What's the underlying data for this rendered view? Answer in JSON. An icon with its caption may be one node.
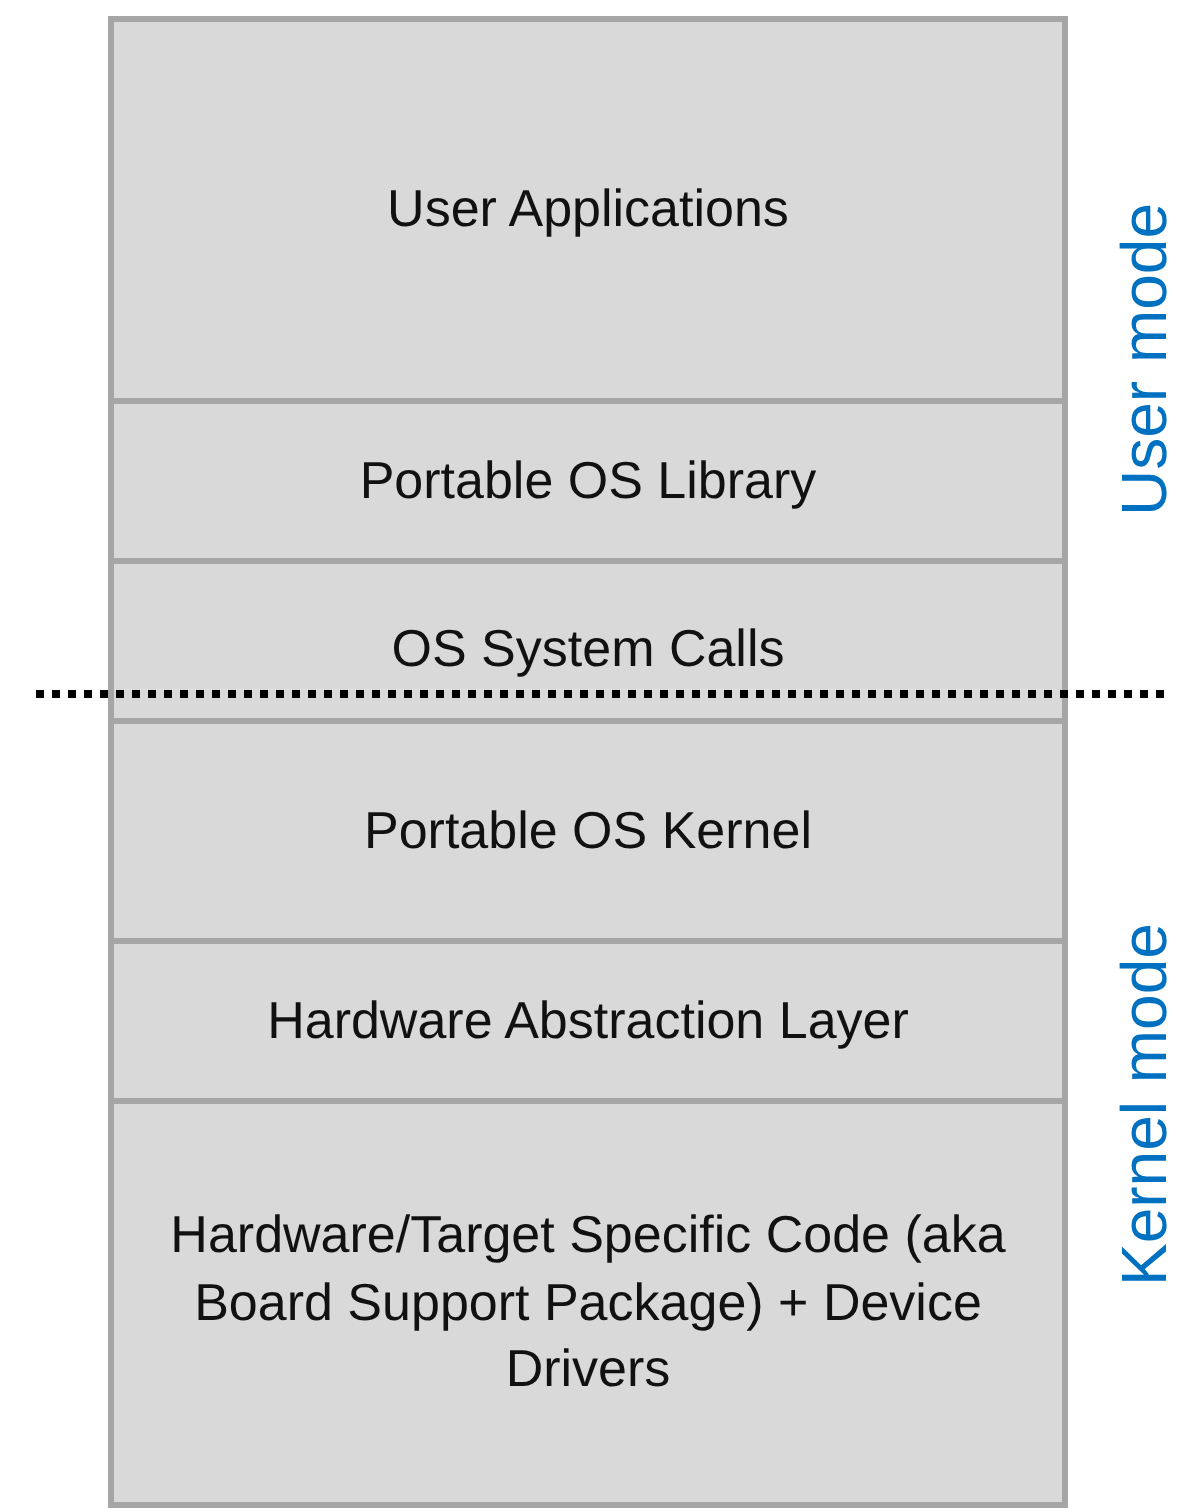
{
  "diagram": {
    "nodes": [
      {
        "text": [
          "User Applications"
        ]
      },
      {
        "text": [
          "Portable OS Library"
        ]
      },
      {
        "text": [
          "OS System Calls"
        ]
      },
      {
        "text": [
          "Portable OS Kernel"
        ]
      },
      {
        "text": [
          "Hardware Abstraction Layer"
        ]
      },
      {
        "text": [
          "Hardware/Target Specific Code (aka Board Support Package) + Device Drivers"
        ]
      }
    ],
    "edges": [],
    "labels": [
      "User mode",
      "Kernel mode"
    ]
  }
}
